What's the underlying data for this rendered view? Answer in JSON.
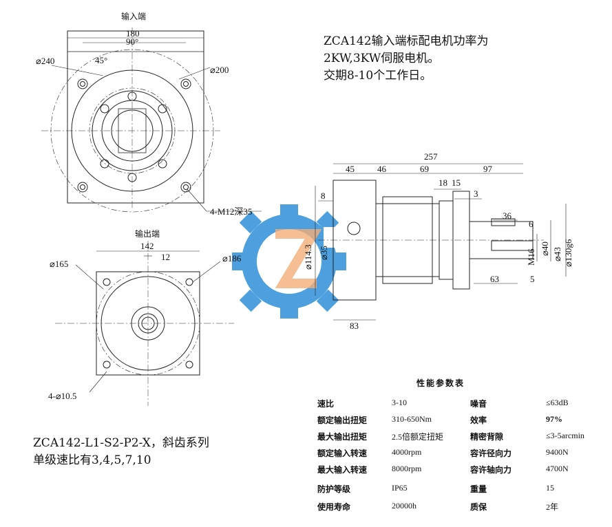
{
  "views": {
    "input_end": {
      "label": "输入端",
      "dims": {
        "width": "180",
        "angle_90": "90°",
        "angle_45": "45°",
        "dia_240": "⌀240",
        "dia_200": "⌀200",
        "holes": "4-M12深35"
      }
    },
    "output_end": {
      "label": "输出端",
      "dims": {
        "width": "142",
        "key": "12",
        "dia_165": "⌀165",
        "dia_186": "⌀186",
        "holes": "4-⌀10.5"
      }
    },
    "side": {
      "dims": {
        "total": "257",
        "d45": "45",
        "d46": "46",
        "d69": "69",
        "d97": "97",
        "d18": "18",
        "d15": "15",
        "d3": "3",
        "d8": "8",
        "d36": "36",
        "d6": "6",
        "d63": "63",
        "d5": "5",
        "d83": "83",
        "dia_1143": "⌀114.3",
        "dia_35": "⌀35",
        "m16": "M16",
        "dia_40": "⌀40",
        "dia_43": "⌀43",
        "dia_130": "⌀130g6"
      }
    }
  },
  "notes": {
    "top_right": [
      "ZCA142输入端标配电机功率为",
      "2KW,3KW伺服电机。",
      "交期8-10个工作日。"
    ],
    "bottom_left": [
      "ZCA142-L1-S2-P2-X，斜齿系列",
      "单级速比有3,4,5,7,10"
    ]
  },
  "spec_table": {
    "title": "性能参数表",
    "rows": [
      [
        "速比",
        "3-10",
        "噪音",
        "≤63dB"
      ],
      [
        "额定输出扭矩",
        "310-650Nm",
        "效率",
        "97%"
      ],
      [
        "最大输出扭矩",
        "2.5倍额定扭矩",
        "精密背隙",
        "≤3-5arcmin"
      ],
      [
        "额定输入转速",
        "4000rpm",
        "容许径向力",
        "9400N"
      ],
      [
        "最大输入转速",
        "8000rpm",
        "容许轴向力",
        "4700N"
      ],
      [
        "防护等级",
        "IP65",
        "重量",
        "15"
      ],
      [
        "使用寿命",
        "20000h",
        "质保",
        "2年"
      ]
    ]
  },
  "colors": {
    "line": "#222222",
    "watermark_blue": "#2f8fd8",
    "watermark_orange": "#f0a060"
  }
}
